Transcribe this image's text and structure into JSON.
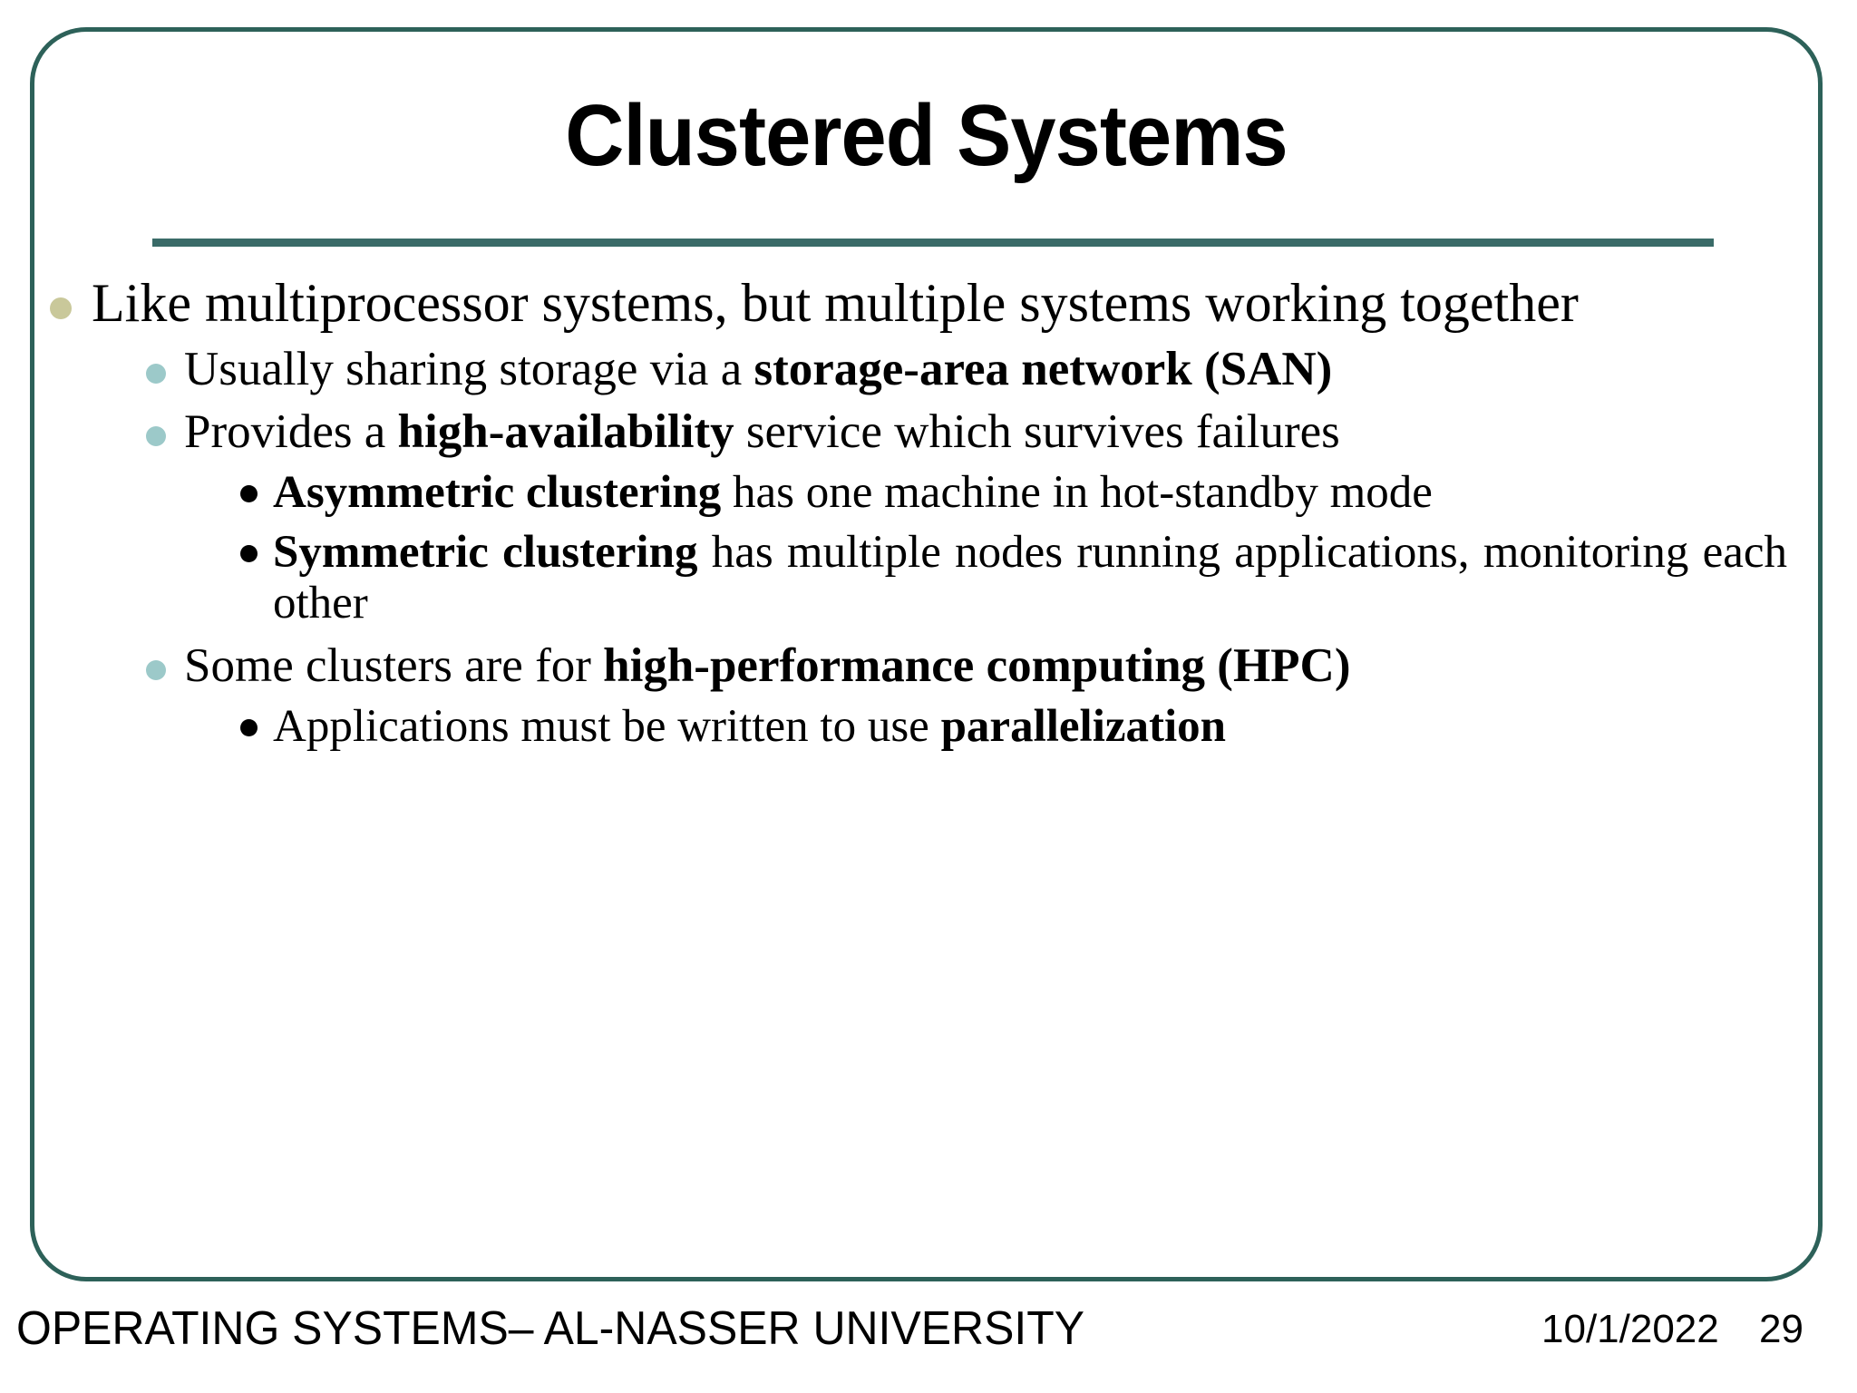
{
  "slide": {
    "title": "Clustered Systems",
    "accent_border_color": "#2d6159",
    "rule_color": "#3a6b68",
    "background_color": "#ffffff",
    "bullet_colors": {
      "level1": "#c9c89a",
      "level2": "#9cc9c9",
      "level3": "#000000"
    }
  },
  "bullets": [
    {
      "level": 1,
      "text": "Like multiprocessor systems, but multiple systems working together",
      "segments": [
        {
          "text": "Like multiprocessor systems, but multiple systems working together",
          "bold": false
        }
      ]
    },
    {
      "level": 2,
      "text": "Usually sharing storage via a storage-area network (SAN)",
      "segments": [
        {
          "text": "Usually sharing storage via a ",
          "bold": false
        },
        {
          "text": "storage-area network (SAN)",
          "bold": true
        }
      ]
    },
    {
      "level": 2,
      "text": "Provides a high-availability service which survives failures",
      "segments": [
        {
          "text": "Provides a ",
          "bold": false
        },
        {
          "text": "high-availability",
          "bold": true
        },
        {
          "text": " service which survives failures",
          "bold": false
        }
      ]
    },
    {
      "level": 3,
      "text": "Asymmetric clustering has one machine in hot-standby mode",
      "segments": [
        {
          "text": "Asymmetric clustering",
          "bold": true
        },
        {
          "text": " has one machine in hot-standby mode",
          "bold": false
        }
      ]
    },
    {
      "level": 3,
      "text": "Symmetric clustering has multiple nodes running applications, monitoring each other",
      "segments": [
        {
          "text": "Symmetric clustering",
          "bold": true
        },
        {
          "text": " has multiple nodes running applications, monitoring each other",
          "bold": false
        }
      ]
    },
    {
      "level": 2,
      "text": "Some clusters are for high-performance computing (HPC)",
      "segments": [
        {
          "text": "Some clusters are for ",
          "bold": false
        },
        {
          "text": "high-performance computing (HPC)",
          "bold": true
        }
      ]
    },
    {
      "level": 3,
      "text": "Applications must be written to use parallelization",
      "segments": [
        {
          "text": "Applications must be written to use ",
          "bold": false
        },
        {
          "text": "parallelization",
          "bold": true
        }
      ]
    }
  ],
  "footer": {
    "course": "OPERATING SYSTEMS– AL-NASSER UNIVERSITY",
    "date": "10/1/2022",
    "page_number": "29"
  }
}
